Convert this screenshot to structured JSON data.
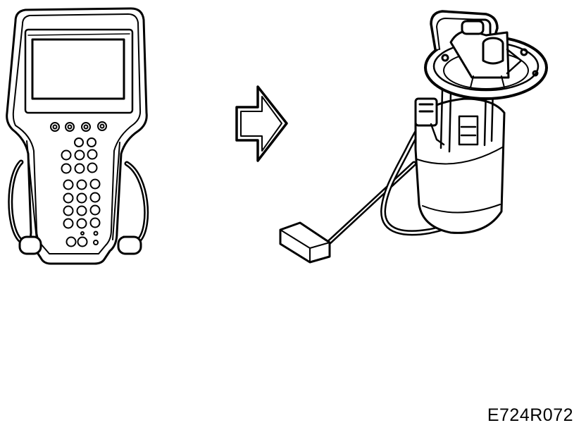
{
  "figure": {
    "reference_code": "E724R072",
    "components": [
      {
        "id": "scan-tool",
        "icon": "handheld-diagnostic-tool-icon"
      },
      {
        "id": "arrow",
        "icon": "outlined-right-arrow-icon"
      },
      {
        "id": "fuel-pump-module",
        "icon": "fuel-pump-module-icon"
      }
    ]
  },
  "colors": {
    "line": "#000000",
    "fill": "#ffffff",
    "background": "#ffffff"
  }
}
